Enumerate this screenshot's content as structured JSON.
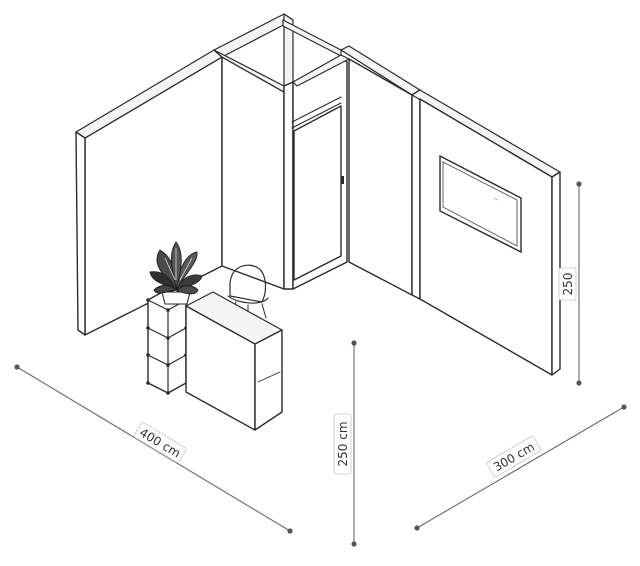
{
  "diagram": {
    "dimensions": {
      "width_label": "400 cm",
      "height_label": "250 cm",
      "depth_label": "300 cm",
      "right_height_label": "250"
    },
    "colors": {
      "stroke": "#2b2b2b",
      "dimension_line": "#6a6a6a",
      "background": "#ffffff"
    },
    "icons": [
      "plant-icon",
      "chair-icon",
      "screen-icon",
      "shelf-icon",
      "counter-icon",
      "door-icon"
    ]
  }
}
